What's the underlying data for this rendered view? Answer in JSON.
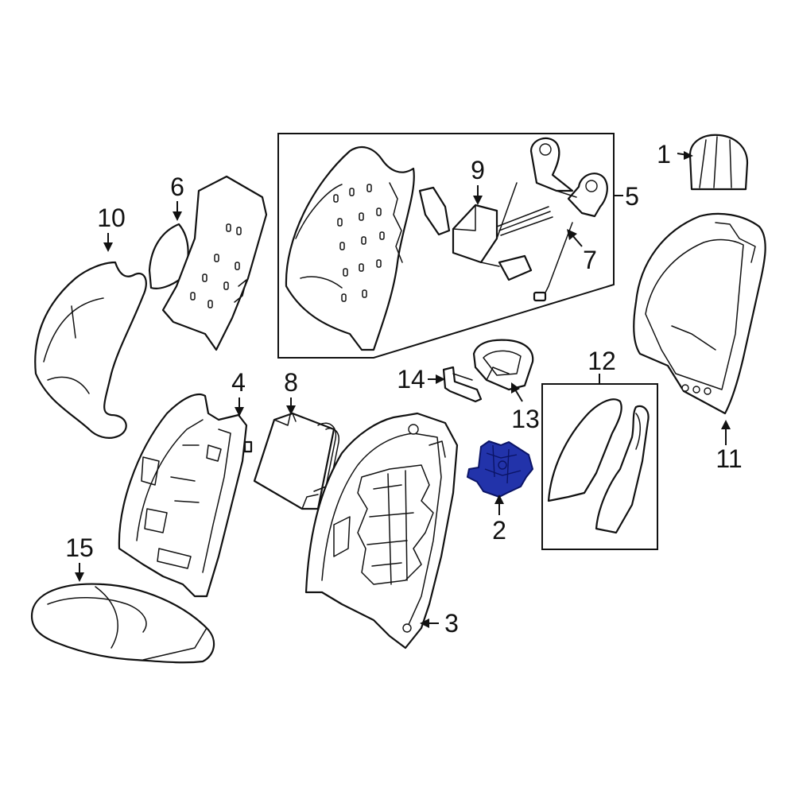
{
  "diagram": {
    "highlight_color": "#2233aa",
    "line_color": "#111111",
    "highlighted_part": "2",
    "callouts": [
      "1",
      "2",
      "3",
      "4",
      "5",
      "6",
      "7",
      "8",
      "9",
      "10",
      "11",
      "12",
      "13",
      "14",
      "15"
    ]
  }
}
